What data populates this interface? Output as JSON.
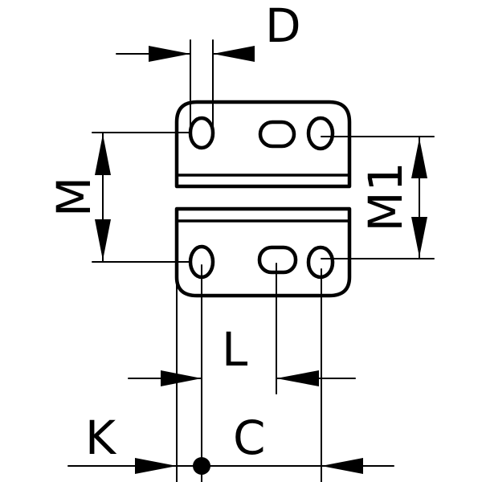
{
  "labels": {
    "d": "D",
    "m": "M",
    "m1": "M1",
    "l": "L",
    "k": "K",
    "c": "C"
  },
  "colors": {
    "line": "#000000",
    "background": "#ffffff"
  }
}
